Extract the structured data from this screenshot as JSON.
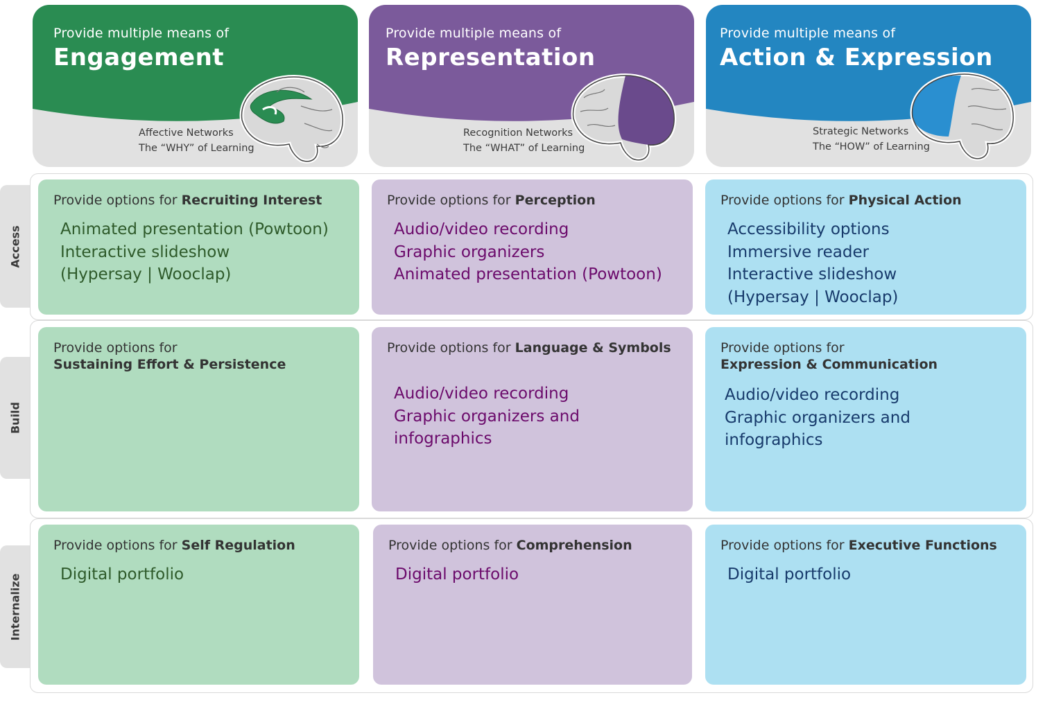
{
  "colors": {
    "engagement": "#2a8c52",
    "representation": "#7b5a9b",
    "action": "#2386c1",
    "green_cell": "#b0dcbf",
    "purple_cell": "#d0c3dc",
    "blue_cell": "#ade0f2",
    "header_grey": "#e1e1e1"
  },
  "headers": [
    {
      "pre": "Provide multiple means of",
      "title": "Engagement",
      "network": "Affective Networks",
      "question": "The “WHY” of Learning",
      "icon": "brain-limbic-icon"
    },
    {
      "pre": "Provide multiple means of",
      "title": "Representation",
      "network": "Recognition Networks",
      "question": "The “WHAT” of Learning",
      "icon": "brain-back-icon"
    },
    {
      "pre": "Provide multiple means of",
      "title": "Action & Expression",
      "network": "Strategic Networks",
      "question": "The “HOW” of Learning",
      "icon": "brain-front-icon"
    }
  ],
  "rows": [
    {
      "label": "Access",
      "cells": [
        {
          "lead": "Provide options for ",
          "bold": "Recruiting Interest",
          "items": [
            "Animated presentation (Powtoon)",
            "Interactive slideshow",
            "(Hypersay | Wooclap)"
          ]
        },
        {
          "lead": "Provide options for ",
          "bold": "Perception",
          "items": [
            "Audio/video recording",
            "Graphic organizers",
            "Animated presentation (Powtoon)"
          ]
        },
        {
          "lead": "Provide options for ",
          "bold": "Physical Action",
          "items": [
            "Accessibility options",
            "Immersive reader",
            "Interactive slideshow",
            "(Hypersay | Wooclap)"
          ]
        }
      ]
    },
    {
      "label": "Build",
      "cells": [
        {
          "lead": "Provide options for",
          "bold": "Sustaining Effort & Persistence",
          "items": []
        },
        {
          "lead": "Provide options for ",
          "bold": "Language & Symbols",
          "items": [
            "Audio/video recording",
            "Graphic organizers and infographics"
          ]
        },
        {
          "lead": "Provide options for",
          "bold": "Expression & Communication",
          "items": [
            "Audio/video recording",
            "Graphic organizers and infographics"
          ]
        }
      ]
    },
    {
      "label": "Internalize",
      "cells": [
        {
          "lead": "Provide options for ",
          "bold": "Self Regulation",
          "items": [
            "Digital portfolio"
          ]
        },
        {
          "lead": "Provide options for ",
          "bold": "Comprehension",
          "items": [
            "Digital portfolio"
          ]
        },
        {
          "lead": "Provide options for ",
          "bold": "Executive Functions",
          "items": [
            "Digital portfolio"
          ]
        }
      ]
    }
  ]
}
